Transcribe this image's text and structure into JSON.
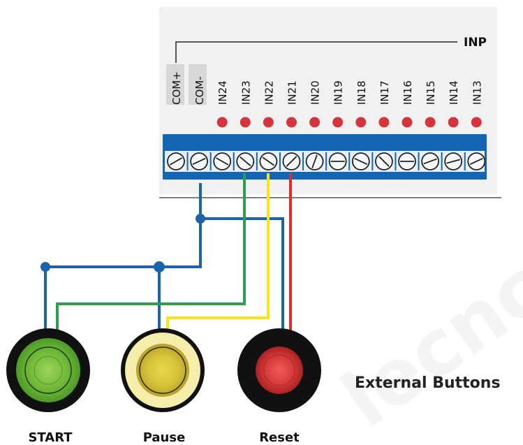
{
  "header": {
    "inp_label": "INP"
  },
  "terminals": {
    "com": [
      "COM+",
      "COM-"
    ],
    "inputs": [
      "IN24",
      "IN23",
      "IN22",
      "IN21",
      "IN20",
      "IN19",
      "IN18",
      "IN17",
      "IN16",
      "IN15",
      "IN14",
      "IN13"
    ]
  },
  "buttons": [
    {
      "label": "START",
      "color": "#7dc242"
    },
    {
      "label": "Pause",
      "color": "#f0e58a"
    },
    {
      "label": "Reset",
      "color": "#d63a3a"
    }
  ],
  "caption": "External Buttons",
  "watermark": "lecnc.com",
  "colors": {
    "terminal_block": "#1565b5",
    "input_led": "#d4343b",
    "wire_blue": "#1b63ab",
    "wire_green": "#2e9e4e",
    "wire_yellow": "#f5e61a",
    "wire_red": "#e02c2c"
  }
}
